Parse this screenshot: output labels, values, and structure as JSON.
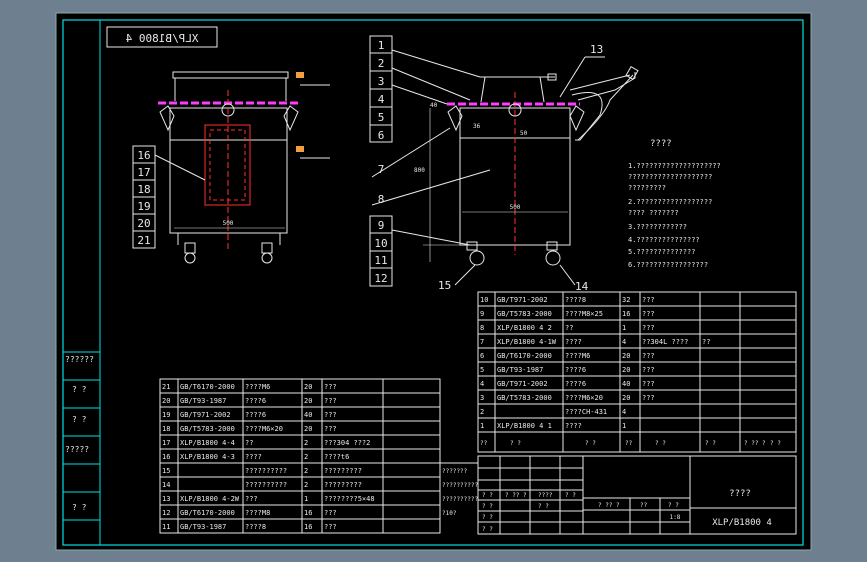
{
  "drawing": {
    "title_box": "XLP/B1800 4",
    "left_column_labels": [
      "??????",
      "? ?",
      "? ?",
      "?????",
      "? ?"
    ],
    "callouts_left": [
      "16",
      "17",
      "18",
      "19",
      "20",
      "21"
    ],
    "callouts_right_top": [
      "1",
      "2",
      "3",
      "4",
      "5",
      "6"
    ],
    "callout_13": "13",
    "callouts_right_mid": [
      "7",
      "8"
    ],
    "callouts_right_bottom": [
      "9",
      "10",
      "11",
      "12"
    ],
    "callout_14": "14",
    "callout_15": "15",
    "dims": {
      "front_width": "500",
      "side_width": "500",
      "side_height": "800",
      "d1": "36",
      "d2": "50",
      "d3": "40"
    },
    "notes_title": "????",
    "notes": [
      "1.????????????????????",
      " ????????????????????",
      " ?????????",
      "2.??????????????????",
      " ???? ???????",
      "3.????????????",
      "4.???????????????",
      "5.??????????????",
      "6.?????????????????"
    ]
  },
  "bom_right": [
    [
      "10",
      "GB/T971-2002",
      "????8",
      "32",
      "???",
      ""
    ],
    [
      "9",
      "GB/T5783-2000",
      "????M8×25",
      "16",
      "???",
      ""
    ],
    [
      "8",
      "XLP/B1800 4 2",
      "??",
      "1",
      "???",
      ""
    ],
    [
      "7",
      "XLP/B1800 4-1W",
      "????",
      "4",
      "??304L ????",
      "??"
    ],
    [
      "6",
      "GB/T6170-2000",
      "????M6",
      "20",
      "???",
      ""
    ],
    [
      "5",
      "GB/T93-1987",
      "????6",
      "20",
      "???",
      ""
    ],
    [
      "4",
      "GB/T971-2002",
      "????6",
      "40",
      "???",
      ""
    ],
    [
      "3",
      "GB/T5783-2000",
      "????M6×20",
      "20",
      "???",
      ""
    ],
    [
      "2",
      "",
      "????CH-431",
      "4",
      "",
      ""
    ],
    [
      "1",
      "XLP/B1800 4 1",
      "????",
      "1",
      "",
      ""
    ]
  ],
  "bom_right_header": [
    "??",
    "? ?",
    "? ?",
    "??",
    "? ?",
    "? ?",
    "? ?? ?",
    "? ?"
  ],
  "bom_left": [
    [
      "21",
      "GB/T6170-2000",
      "????M6",
      "20",
      "???"
    ],
    [
      "20",
      "GB/T93-1987",
      "????6",
      "20",
      "???"
    ],
    [
      "19",
      "GB/T971-2002",
      "????6",
      "40",
      "???"
    ],
    [
      "18",
      "GB/T5783-2000",
      "????M6×20",
      "20",
      "???"
    ],
    [
      "17",
      "XLP/B1800 4-4",
      "??",
      "2",
      "???304 ???2"
    ],
    [
      "16",
      "XLP/B1800 4-3",
      "????",
      "2",
      "????t6"
    ],
    [
      "15",
      "",
      "??????????",
      "2",
      "?????????"
    ],
    [
      "14",
      "",
      "??????????",
      "2",
      "?????????"
    ],
    [
      "13",
      "XLP/B1800 4-2W",
      "???",
      "1",
      "????????5×48"
    ],
    [
      "12",
      "GB/T6170-2000",
      "????M8",
      "16",
      "???"
    ],
    [
      "11",
      "GB/T93-1987",
      "????8",
      "16",
      "???"
    ]
  ],
  "bom_left_extra": [
    "???????",
    "??????????",
    "??????????",
    "?10?"
  ],
  "title_block": {
    "name": "????",
    "drawing_no": "XLP/B1800 4",
    "scale_row": [
      "? ?? ?",
      "??",
      "? ?"
    ],
    "count": "1:8",
    "sign_rows": [
      "? ?",
      "? ?",
      "? ?",
      "? ?",
      "? ?"
    ],
    "sign_mid": [
      "? ?? ?",
      "????",
      "? ?"
    ]
  }
}
